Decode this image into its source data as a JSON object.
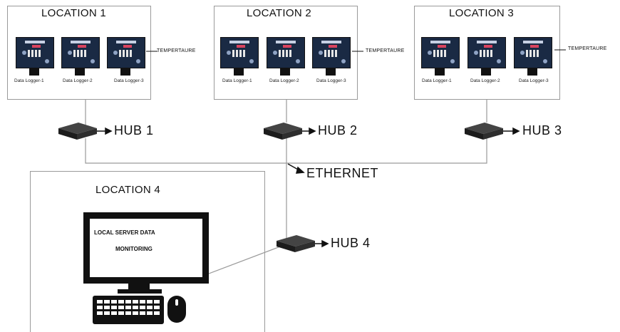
{
  "locations": [
    {
      "title": "LOCATION 1",
      "temperature_label": "TEMPERTAURE",
      "loggers": [
        "Data Logger-1",
        "Data Logger-2",
        "Data Logger-3"
      ]
    },
    {
      "title": "LOCATION 2",
      "temperature_label": "TEMPERTAURE",
      "loggers": [
        "Data Logger-1",
        "Data Logger-2",
        "Data Logger-3"
      ]
    },
    {
      "title": "LOCATION 3",
      "temperature_label": "TEMPERTAURE",
      "loggers": [
        "Data Logger-1",
        "Data Logger-2",
        "Data Logger-3"
      ]
    }
  ],
  "hubs": [
    "HUB 1",
    "HUB 2",
    "HUB 3",
    "HUB 4"
  ],
  "ethernet_label": "ETHERNET",
  "location4": {
    "title": "LOCATION 4",
    "monitor_line1": "LOCAL SERVER DATA",
    "monitor_line2": "MONITORING"
  },
  "colors": {
    "box_border": "#9a9a9a",
    "wire": "#9a9a9a",
    "device": "#111111",
    "logger_screen": "#1a2a44",
    "logger_accent": "#d9435f"
  }
}
